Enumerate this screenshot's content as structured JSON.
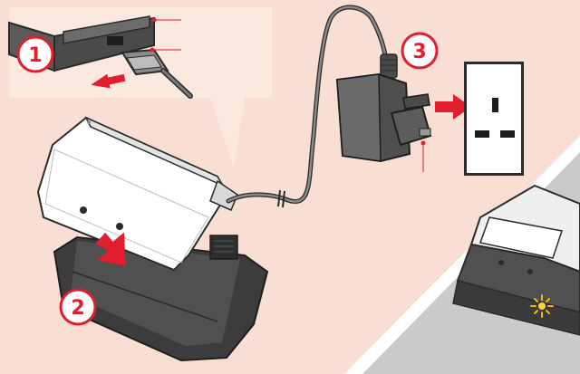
{
  "steps": [
    {
      "number": "1"
    },
    {
      "number": "2"
    },
    {
      "number": "3"
    }
  ],
  "colors": {
    "background": "#f9dfd3",
    "inset_panel": "#fbe8df",
    "accent_red": "#e01e2d",
    "device_white": "#ffffff",
    "device_dark": "#4a4a4a",
    "cradle_dark": "#3c3c3c",
    "outline": "#2b2b2b",
    "corner_gray": "#c9c9c9"
  },
  "icons": [
    "arrow-right-icon",
    "arrow-down-icon",
    "led-glow-icon"
  ]
}
